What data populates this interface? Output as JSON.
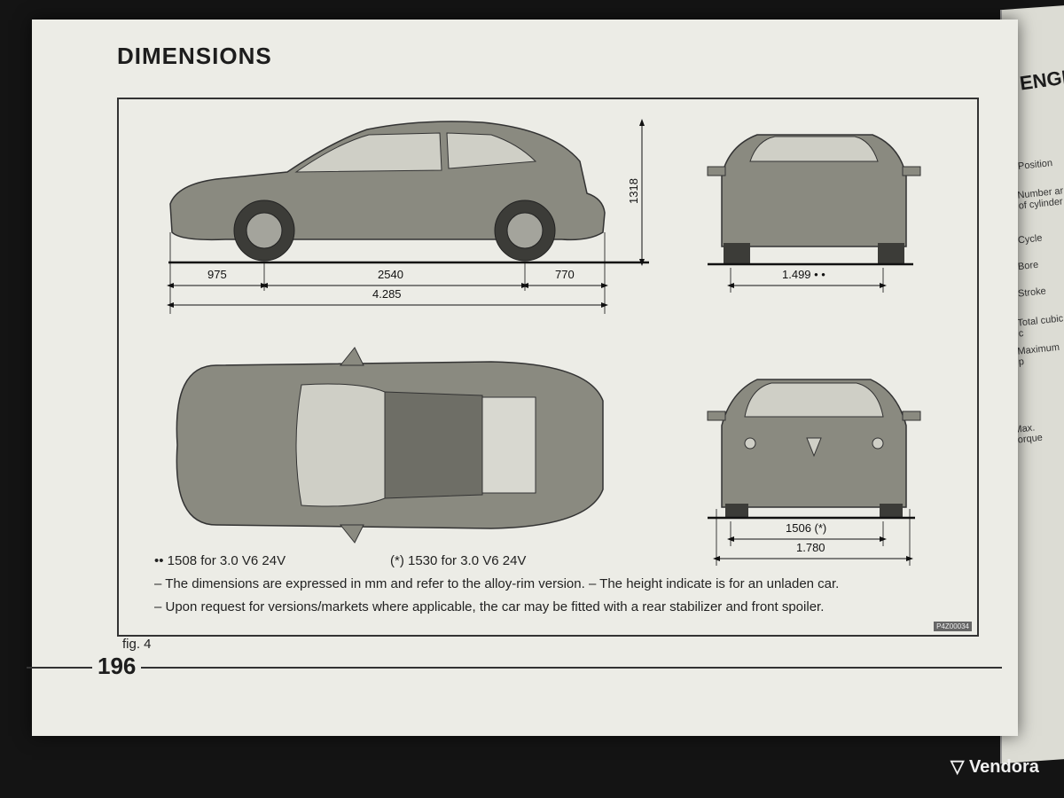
{
  "page": {
    "title": "DIMENSIONS",
    "page_number": "196",
    "figure_label": "fig. 4",
    "image_code": "P4Z00034"
  },
  "dimensions": {
    "front_overhang": "975",
    "wheelbase": "2540",
    "rear_overhang": "770",
    "length": "4.285",
    "height": "1318",
    "rear_track": "1.499 • •",
    "front_track": "1506 (*)",
    "width": "1.780"
  },
  "notes": {
    "rear_track_note": "•• 1508 for 3.0 V6 24V",
    "front_track_note": "(*) 1530 for 3.0 V6 24V",
    "line1": "– The dimensions are expressed in mm and refer to the alloy-rim version. – The height indicate is for an unladen car.",
    "line2": "–  Upon request for versions/markets where applicable, the car may be fitted with a rear stabilizer and front spoiler."
  },
  "adjacent_page": {
    "title": "ENGI",
    "rows": [
      "Position",
      "Number ar of cylinder",
      "Cycle",
      "Bore",
      "Stroke",
      "Total cubic c",
      "Maximum p",
      "Max. torque"
    ]
  },
  "watermark": "Vendora",
  "colors": {
    "paper": "#ecece6",
    "ink": "#1d1d1d",
    "car": "#8a8a80",
    "background": "#141414"
  }
}
